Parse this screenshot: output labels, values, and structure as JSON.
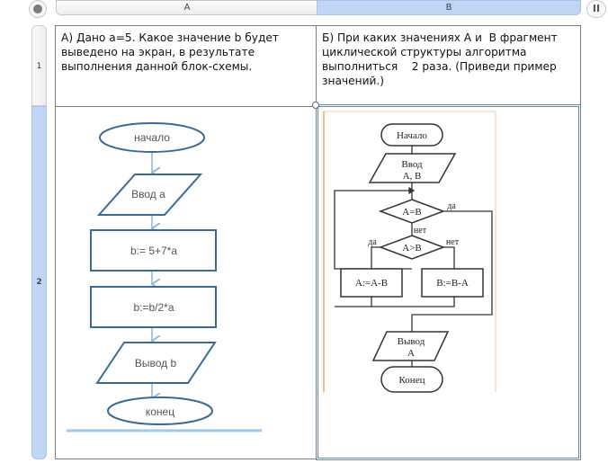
{
  "header": {
    "columns": [
      {
        "label": "A"
      },
      {
        "label": "B"
      }
    ],
    "pause_glyph": "II"
  },
  "rows": [
    {
      "label": "1"
    },
    {
      "label": "2"
    }
  ],
  "cells": {
    "a1": "А) Дано а=5. Какое значение b будет\nвыведено на экран, в результате\nвыполнения данной блок-схемы.",
    "b1": "Б) При каких значениях А и  В фрагмент\nциклической структуры алгоритма\nвыполниться    2 раза. (Приведи пример\nзначений.)"
  },
  "flowchart_a": {
    "start": "начало",
    "input": "Ввод а",
    "step1": "b:= 5+7*a",
    "step2": "b:=b/2*a",
    "output": "Вывод b",
    "end": "конец"
  },
  "flowchart_b": {
    "start": "Начало",
    "input_line1": "Ввод",
    "input_line2": "А, В",
    "cond1": "А=В",
    "cond1_yes": "да",
    "cond1_no": "нет",
    "cond2": "А>В",
    "cond2_yes": "да",
    "cond2_no": "нет",
    "left_action": "А:=А-В",
    "right_action": "В:=В-А",
    "output_line1": "Вывод",
    "output_line2": "А",
    "end": "Конец"
  },
  "colors": {
    "selection": "#bfd6f5",
    "flowchart_a_stroke": "#3e6a92",
    "flowchart_a_arrow": "#8fb3d6",
    "frame_orange": "#f0a07a"
  }
}
